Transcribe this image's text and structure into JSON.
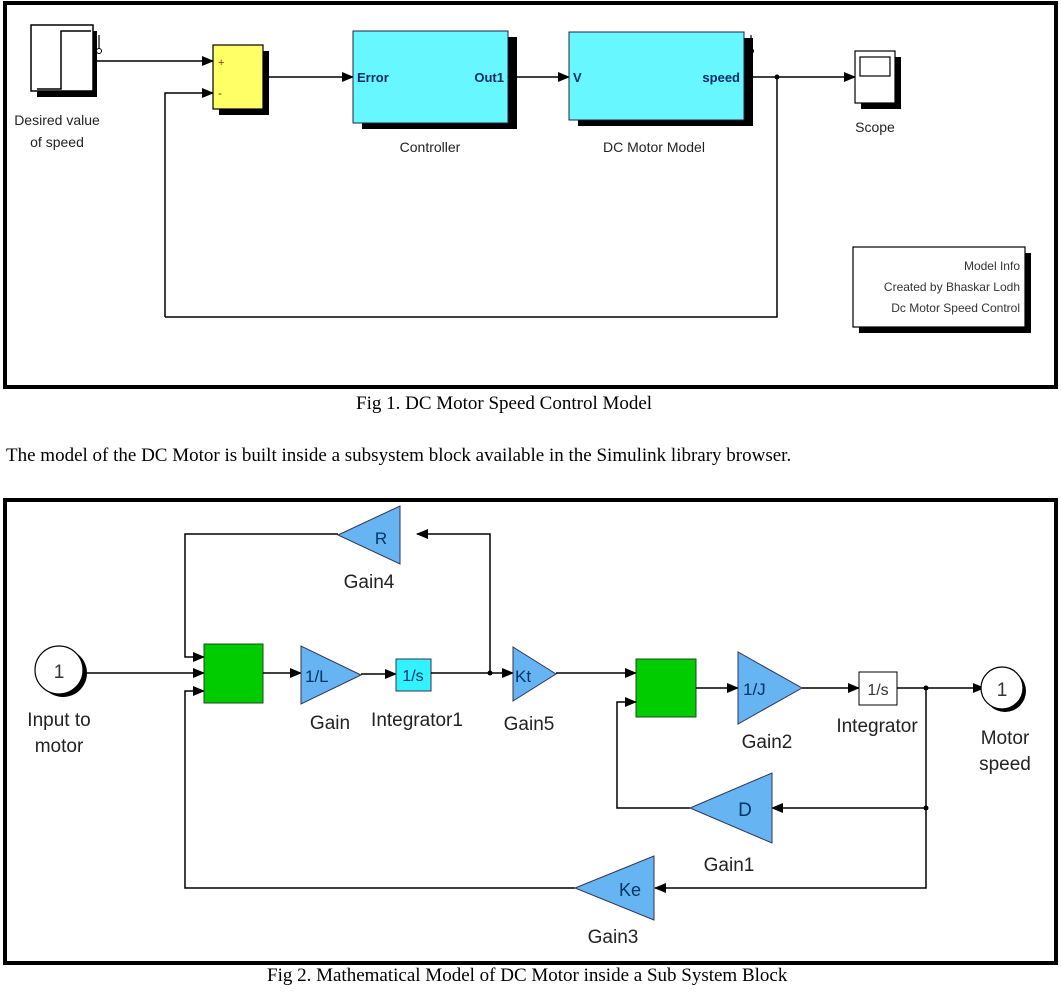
{
  "figure1": {
    "caption": "Fig 1. DC Motor Speed Control Model",
    "blocks": {
      "step": {
        "label_line1": "Desired value",
        "label_line2": "of speed"
      },
      "sum": {
        "sign_plus": "+",
        "sign_minus": "-"
      },
      "controller": {
        "name": "Controller",
        "in_port": "Error",
        "out_port": "Out1"
      },
      "motor": {
        "name": "DC Motor Model",
        "in_port": "V",
        "out_port": "speed"
      },
      "scope": {
        "name": "Scope"
      },
      "model_info": {
        "line1": "Model Info",
        "line2": "Created by Bhaskar Lodh",
        "line3": "Dc Motor Speed Control"
      }
    },
    "colors": {
      "sum": "#ffff66",
      "subsystem": "#66f7ff",
      "port_text": "#002a66"
    }
  },
  "paragraph": "The model of the DC Motor is built inside a subsystem block available in the Simulink library browser.",
  "figure2": {
    "caption": "Fig 2. Mathematical Model of DC Motor inside a Sub System Block",
    "blocks": {
      "inport": {
        "number": "1",
        "label_line1": "Input to",
        "label_line2": "motor"
      },
      "gain4": {
        "value": "R",
        "name": "Gain4"
      },
      "gain": {
        "value": "1/L",
        "name": "Gain"
      },
      "integrator1": {
        "value": "1/s",
        "name": "Integrator1"
      },
      "gain5": {
        "value": "Kt",
        "name": "Gain5"
      },
      "gain2": {
        "value": "1/J",
        "name": "Gain2"
      },
      "integrator": {
        "value": "1/s",
        "name": "Integrator"
      },
      "outport": {
        "number": "1",
        "label_line1": "Motor",
        "label_line2": "speed"
      },
      "gain1": {
        "value": "D",
        "name": "Gain1"
      },
      "gain3": {
        "value": "Ke",
        "name": "Gain3"
      }
    },
    "colors": {
      "gain": "#66b5f2",
      "sum": "#00cc00",
      "integrator1": "#33f2ff",
      "text": "#003366"
    }
  }
}
